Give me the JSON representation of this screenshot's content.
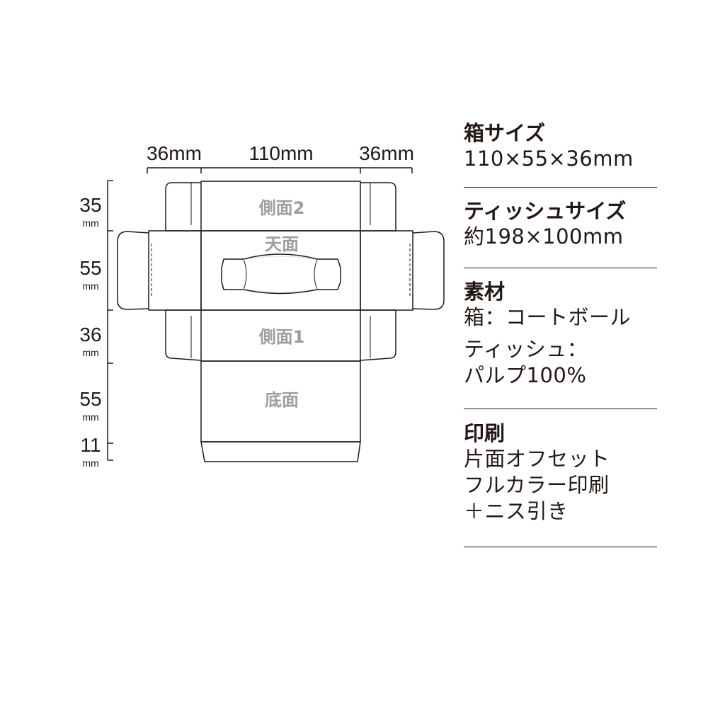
{
  "diagram": {
    "top_dims": [
      "36mm",
      "110mm",
      "36mm"
    ],
    "left_dims": [
      {
        "num": "35",
        "unit": "mm"
      },
      {
        "num": "55",
        "unit": "mm"
      },
      {
        "num": "36",
        "unit": "mm"
      },
      {
        "num": "55",
        "unit": "mm"
      },
      {
        "num": "11",
        "unit": "mm"
      }
    ],
    "panels": {
      "side2": "側面2",
      "top": "天面",
      "side1": "側面1",
      "bottom": "底面"
    },
    "colors": {
      "line": "#231815",
      "panel_label": "#9e9e9f",
      "perforation": "#bbbbbb"
    }
  },
  "info": {
    "box_size": {
      "title": "箱サイズ",
      "value": "110×55×36mm"
    },
    "tissue_size": {
      "title": "ティッシュサイズ",
      "value": "約198×100mm"
    },
    "material": {
      "title": "素材",
      "lines": [
        "箱：コートボール",
        "ティッシュ：",
        "パルプ100%"
      ]
    },
    "printing": {
      "title": "印刷",
      "lines": [
        "片面オフセット",
        "フルカラー印刷",
        "＋ニス引き"
      ]
    }
  }
}
